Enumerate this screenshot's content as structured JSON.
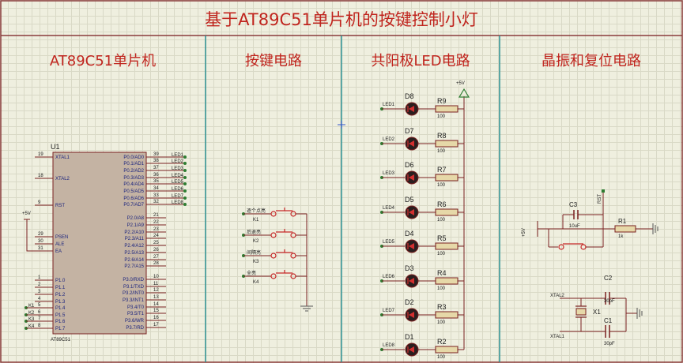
{
  "title": "基于AT89C51单片机的按键控制小灯",
  "sections": [
    "AT89C51单片机",
    "按键电路",
    "共阳极LED电路",
    "晶振和复位电路"
  ],
  "mcu": {
    "ref": "U1",
    "part": "AT89C51",
    "left_pins": [
      {
        "num": "19",
        "name": "XTAL1"
      },
      {
        "num": "18",
        "name": "XTAL2"
      },
      {
        "num": "9",
        "name": "RST"
      },
      {
        "num": "29",
        "name": "PSEN"
      },
      {
        "num": "30",
        "name": "ALE"
      },
      {
        "num": "31",
        "name": "EA"
      },
      {
        "num": "1",
        "name": "P1.0"
      },
      {
        "num": "2",
        "name": "P1.1"
      },
      {
        "num": "3",
        "name": "P1.2"
      },
      {
        "num": "4",
        "name": "P1.3"
      },
      {
        "num": "5",
        "name": "P1.4"
      },
      {
        "num": "6",
        "name": "P1.5"
      },
      {
        "num": "7",
        "name": "P1.6"
      },
      {
        "num": "8",
        "name": "P1.7"
      }
    ],
    "right_pins": [
      {
        "num": "39",
        "name": "P0.0/AD0"
      },
      {
        "num": "38",
        "name": "P0.1/AD1"
      },
      {
        "num": "37",
        "name": "P0.2/AD2"
      },
      {
        "num": "36",
        "name": "P0.3/AD3"
      },
      {
        "num": "35",
        "name": "P0.4/AD4"
      },
      {
        "num": "34",
        "name": "P0.5/AD5"
      },
      {
        "num": "33",
        "name": "P0.6/AD6"
      },
      {
        "num": "32",
        "name": "P0.7/AD7"
      },
      {
        "num": "21",
        "name": "P2.0/A8"
      },
      {
        "num": "22",
        "name": "P2.1/A9"
      },
      {
        "num": "23",
        "name": "P2.2/A10"
      },
      {
        "num": "24",
        "name": "P2.3/A11"
      },
      {
        "num": "25",
        "name": "P2.4/A12"
      },
      {
        "num": "26",
        "name": "P2.5/A13"
      },
      {
        "num": "27",
        "name": "P2.6/A14"
      },
      {
        "num": "28",
        "name": "P2.7/A15"
      },
      {
        "num": "10",
        "name": "P3.0/RXD"
      },
      {
        "num": "11",
        "name": "P3.1/TXD"
      },
      {
        "num": "12",
        "name": "P3.2/INT0"
      },
      {
        "num": "13",
        "name": "P3.3/INT1"
      },
      {
        "num": "14",
        "name": "P3.4/T0"
      },
      {
        "num": "15",
        "name": "P3.5/T1"
      },
      {
        "num": "16",
        "name": "P3.6/WR"
      },
      {
        "num": "17",
        "name": "P3.7/RD"
      }
    ],
    "p0_nets": [
      "LED1",
      "LED2",
      "LED3",
      "LED4",
      "LED5",
      "LED6",
      "LED7",
      "LED8"
    ],
    "p1_nets": [
      "K1",
      "K2",
      "K3",
      "K4"
    ],
    "vcc_label": "+5V"
  },
  "keys": [
    {
      "caption": "逐个点亮",
      "ref": "K1"
    },
    {
      "caption": "后退亮",
      "ref": "K2"
    },
    {
      "caption": "间隔亮",
      "ref": "K3"
    },
    {
      "caption": "全亮",
      "ref": "K4"
    }
  ],
  "leds": {
    "vcc_label": "+5V",
    "rows": [
      {
        "net": "LED1",
        "diode": "D8",
        "res": "R9",
        "value": "100"
      },
      {
        "net": "LED2",
        "diode": "D7",
        "res": "R8",
        "value": "100"
      },
      {
        "net": "LED3",
        "diode": "D6",
        "res": "R7",
        "value": "100"
      },
      {
        "net": "LED4",
        "diode": "D5",
        "res": "R6",
        "value": "100"
      },
      {
        "net": "LED5",
        "diode": "D4",
        "res": "R5",
        "value": "100"
      },
      {
        "net": "LED6",
        "diode": "D3",
        "res": "R4",
        "value": "100"
      },
      {
        "net": "LED7",
        "diode": "D2",
        "res": "R3",
        "value": "100"
      },
      {
        "net": "LED8",
        "diode": "D1",
        "res": "R2",
        "value": "100"
      }
    ]
  },
  "reset": {
    "vcc_label": "+5V",
    "rst_label": "RST",
    "cap_ref": "C3",
    "cap_value": "10uF",
    "res_ref": "R1",
    "res_value": "1k"
  },
  "crystal": {
    "xtal2_label": "XTAL2",
    "xtal1_label": "XTAL1",
    "xtal_ref": "X1",
    "c2_ref": "C2",
    "c2_value": "30pF",
    "c1_ref": "C1",
    "c1_value": "30pF"
  }
}
